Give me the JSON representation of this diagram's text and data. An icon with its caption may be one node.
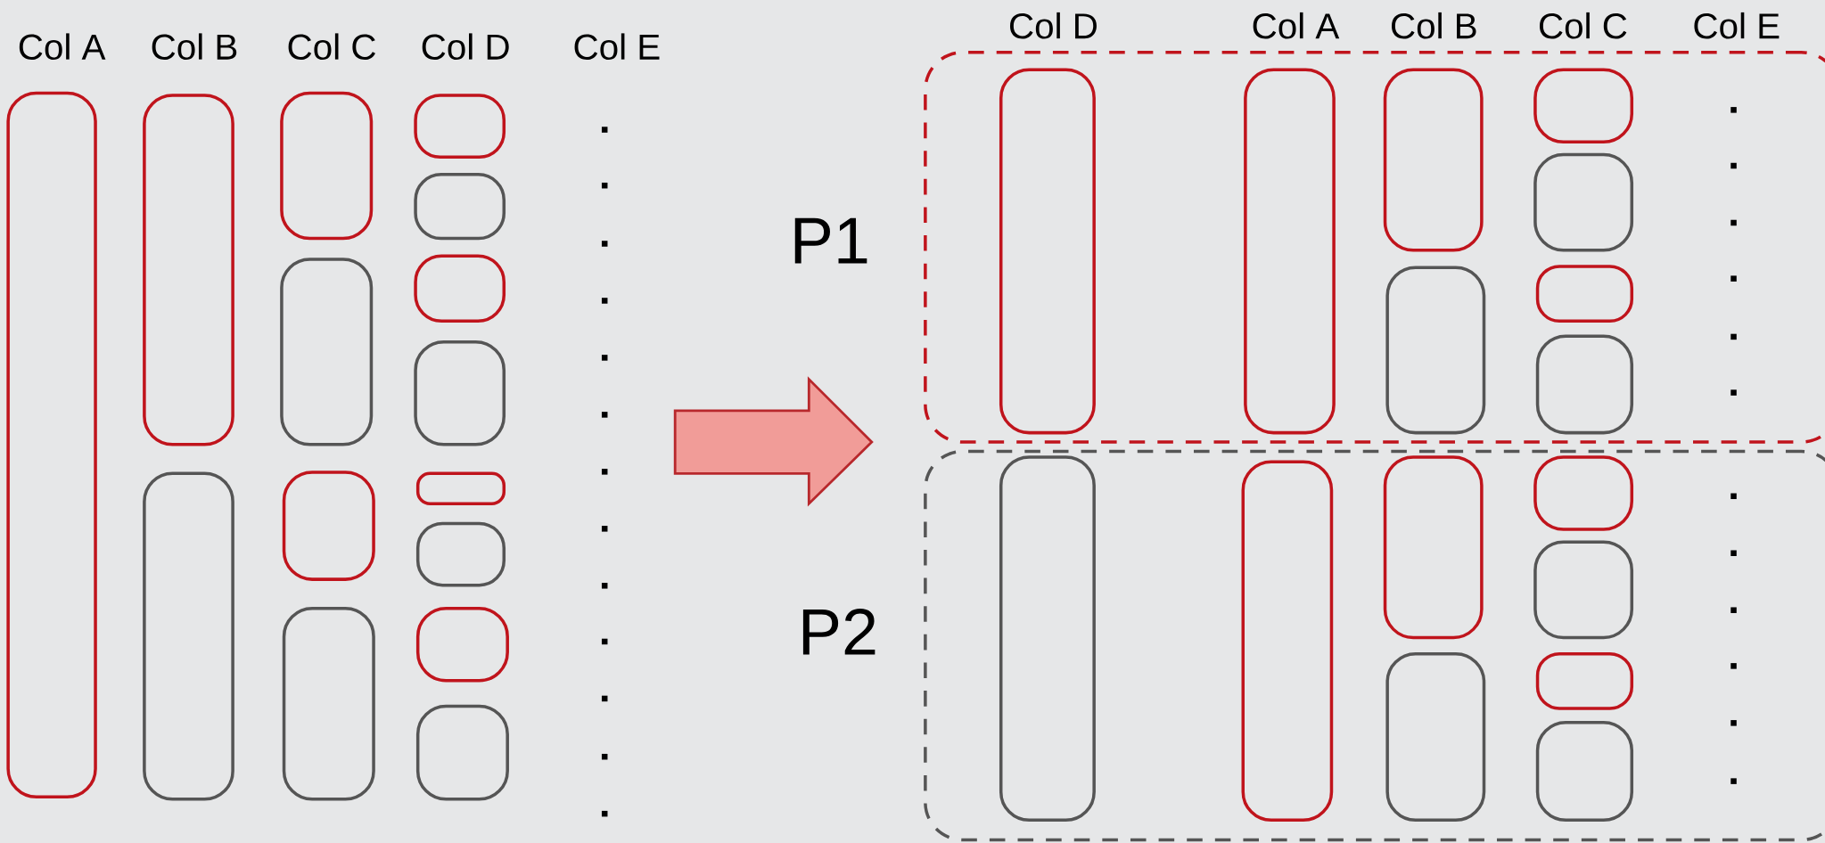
{
  "diagram": {
    "nodes": [
      {
        "text": [],
        "shape": "box"
      },
      {
        "text": [],
        "shape": "box"
      },
      {
        "text": [],
        "shape": "box"
      },
      {
        "text": [],
        "shape": "box"
      },
      {
        "text": [],
        "shape": "box"
      },
      {
        "text": [],
        "shape": "box"
      },
      {
        "text": [],
        "shape": "box"
      },
      {
        "text": [],
        "shape": "box"
      },
      {
        "text": [],
        "shape": "box"
      },
      {
        "text": [],
        "shape": "box"
      },
      {
        "text": [],
        "shape": "box"
      },
      {
        "text": [],
        "shape": "box"
      },
      {
        "text": [],
        "shape": "box"
      },
      {
        "text": [],
        "shape": "box"
      },
      {
        "text": [],
        "shape": "box"
      },
      {
        "text": [
          "P1"
        ]
      },
      {
        "text": [],
        "shape": "box",
        "in": 15
      },
      {
        "text": [],
        "shape": "box",
        "in": 15
      },
      {
        "text": [],
        "shape": "box",
        "in": 15
      },
      {
        "text": [],
        "shape": "box",
        "in": 15
      },
      {
        "text": [],
        "shape": "box",
        "in": 15
      },
      {
        "text": [],
        "shape": "box",
        "in": 15
      },
      {
        "text": [],
        "shape": "box",
        "in": 15
      },
      {
        "text": [],
        "shape": "box",
        "in": 15
      },
      {
        "text": [
          "P2"
        ]
      },
      {
        "text": [],
        "shape": "box",
        "in": 24
      },
      {
        "text": [],
        "shape": "box",
        "in": 24
      },
      {
        "text": [],
        "shape": "box",
        "in": 24
      },
      {
        "text": [],
        "shape": "box",
        "in": 24
      },
      {
        "text": [],
        "shape": "box",
        "in": 24
      },
      {
        "text": [],
        "shape": "box",
        "in": 24
      },
      {
        "text": [],
        "shape": "box",
        "in": 24
      },
      {
        "text": [],
        "shape": "box",
        "in": 24
      }
    ],
    "edges": [],
    "labels": [
      "Col A",
      "Col B",
      "Col C",
      "Col D",
      "Col E",
      "Col D",
      "Col A",
      "Col B",
      "Col C",
      "Col E"
    ]
  }
}
